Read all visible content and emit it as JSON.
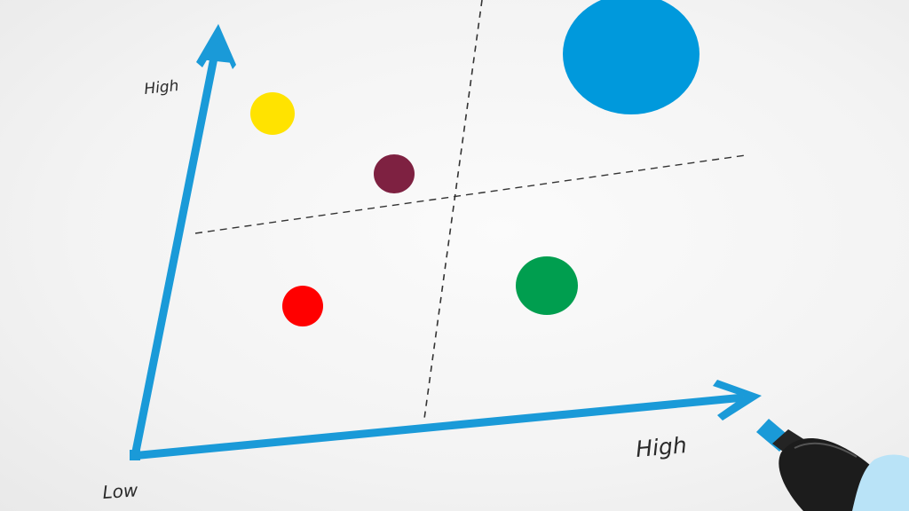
{
  "labels": {
    "y_high": "High",
    "x_high": "High",
    "origin": "Low"
  },
  "colors": {
    "axis": "#1a9ad8",
    "dashed_grid": "#333333",
    "dot_yellow": "#ffe300",
    "dot_maroon": "#7e2141",
    "dot_red": "#ff0000",
    "dot_green": "#009e4f",
    "dot_blue": "#0099dc",
    "marker_cap": "#b9e3f7",
    "marker_body": "#1f1f1f",
    "marker_tip": "#1a9ad8"
  },
  "icons": {
    "marker": "highlighter-marker-icon"
  }
}
